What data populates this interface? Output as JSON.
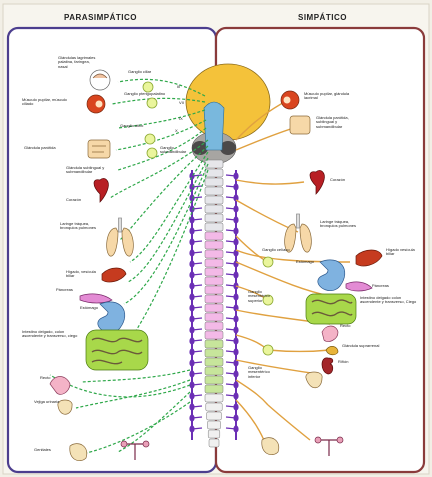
{
  "headers": {
    "left": "PARASIMPÁTICO",
    "right": "SIMPÁTICO"
  },
  "colors": {
    "parasympathetic_border": "#4c3e8e",
    "sympathetic_border": "#8a3b3b",
    "parasympathetic_fiber": "#2fa84a",
    "sympathetic_fiber": "#e0a140",
    "brain": "#f4c23a",
    "brainstem": "#79b8dd",
    "cord_cervical": "#e6e6ea",
    "cord_thoracic": "#f3b9e7",
    "cord_lumbar": "#c7e59b",
    "chain": "#6b2fb5"
  },
  "parasympathetic_labels": {
    "lacrimal": "Glándulas lagrimales palatina, faringea, nasal",
    "ciliar": "Ganglio ciliar",
    "pupil": "Músculo pupilar, músculo ciliado",
    "pterygo": "Ganglio pterigopalatino",
    "otic": "Ganglio ótico",
    "parotid": "Glándula parótida",
    "submand_ganglion": "Ganglio submandibular",
    "sublingual": "Glándula sublingual y submandibular",
    "heart": "Corazón",
    "lungs": "Laringe tráquea, bronquios pulmones",
    "liver": "Hígado, vesícula biliar",
    "pancreas": "Páncreas",
    "stomach": "Estómago",
    "intestine": "Intestino delgado, colon ascendente y transverso, ciego",
    "rectum": "Recto",
    "bladder": "Vejiga urinaria",
    "genitals": "Genitales"
  },
  "sympathetic_labels": {
    "pupil": "Músculo pupilar, glándula lacrimal",
    "salivary": "Glándula parótida, sublingual y submandibular",
    "heart": "Corazón",
    "lungs": "Laringe tráquea, bronquios pulmones",
    "celiac": "Ganglio celíaco",
    "liver": "Hígado vesícula biliar",
    "stomach": "Estómago",
    "pancreas": "Páncreas",
    "mesenteric_sup": "Ganglio mesentérico superior",
    "intestine": "Intestino delgado colon ascendente y transverso, Ciego",
    "rectum": "Recto",
    "adrenal": "Glándula suprarrenal",
    "kidney": "Riñón",
    "mesenteric_inf": "Ganglio mesentérico inferior"
  },
  "cranial_nerves": [
    "III",
    "VII",
    "IX",
    "X"
  ]
}
